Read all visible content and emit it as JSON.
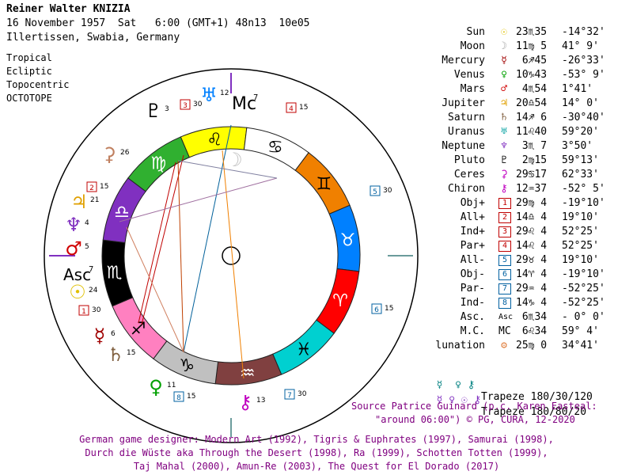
{
  "header": {
    "name": "Reiner Walter KNIZIA",
    "date_line": "16 November 1957  Sat   6:00 (GMT+1) 48n13  10e05",
    "place_line": "Illertissen, Swabia, Germany"
  },
  "system": [
    "Tropical",
    "Ecliptic",
    "Topocentric",
    "OCTOTOPE"
  ],
  "wheel": {
    "angles": {
      "mc": "Mc",
      "mc_deg": "7",
      "asc": "Asc",
      "asc_deg": "7"
    },
    "signs": [
      "♌",
      "♋",
      "♊",
      "♉",
      "♈",
      "♓",
      "♒",
      "♑",
      "♐",
      "♏",
      "♎",
      "♍"
    ],
    "sign_colors": [
      "#ffff00",
      "#ffffff",
      "#f08000",
      "#0080ff",
      "#ff0000",
      "#00d0d0",
      "#804040",
      "#c0c0c0",
      "#ff80c0",
      "#000000",
      "#8030c0",
      "#30b030"
    ],
    "outer_glyphs": [
      {
        "glyph": "♅",
        "deg": "12",
        "color": "#0080ff"
      },
      {
        "glyph": "♇",
        "deg": "3",
        "color": "#000000"
      },
      {
        "glyph": "♃",
        "deg": "21",
        "color": "#e0a000"
      },
      {
        "glyph": "♆",
        "deg": "4",
        "color": "#8030c0"
      },
      {
        "glyph": "♂",
        "deg": "5",
        "color": "#d00000"
      },
      {
        "glyph": "☉",
        "deg": "24",
        "color": "#e0c000"
      },
      {
        "glyph": "☿",
        "deg": "6",
        "color": "#a00000"
      },
      {
        "glyph": "♄",
        "deg": "15",
        "color": "#806040"
      },
      {
        "glyph": "♀",
        "deg": "11",
        "color": "#00a000"
      },
      {
        "glyph": "⚷",
        "deg": "13",
        "color": "#c000c0"
      },
      {
        "glyph": "⚳",
        "deg": "26",
        "color": "#c08060"
      },
      {
        "glyph": "☽",
        "deg": "",
        "color": "#c0c0c0"
      }
    ],
    "box_marks": [
      {
        "num": "3",
        "deg": "30"
      },
      {
        "num": "4",
        "deg": "15"
      },
      {
        "num": "2",
        "deg": "15"
      },
      {
        "num": "1",
        "deg": "30"
      },
      {
        "num": "5",
        "deg": "30"
      },
      {
        "num": "6",
        "deg": "15"
      },
      {
        "num": "7",
        "deg": "30"
      },
      {
        "num": "8",
        "deg": "15"
      }
    ],
    "node_deg": "30"
  },
  "positions": [
    {
      "name": "Sun",
      "glyph": "☉",
      "color": "#e0c000",
      "pos": "23♏35",
      "lat": "-14°32'"
    },
    {
      "name": "Moon",
      "glyph": "☽",
      "color": "#a0a0a0",
      "pos": "11♍ 5",
      "lat": "41° 9'"
    },
    {
      "name": "Mercury",
      "glyph": "☿",
      "color": "#a00000",
      "pos": " 6♐45",
      "lat": "-26°33'"
    },
    {
      "name": "Venus",
      "glyph": "♀",
      "color": "#00a000",
      "pos": "10♑43",
      "lat": "-53° 9'"
    },
    {
      "name": "Mars",
      "glyph": "♂",
      "color": "#d00000",
      "pos": " 4♏54",
      "lat": "1°41'"
    },
    {
      "name": "Jupiter",
      "glyph": "♃",
      "color": "#e0a000",
      "pos": "20♎54",
      "lat": "14° 0'"
    },
    {
      "name": "Saturn",
      "glyph": "♄",
      "color": "#806040",
      "pos": "14♐ 6",
      "lat": "-30°40'"
    },
    {
      "name": "Uranus",
      "glyph": "♅",
      "color": "#00a0a0",
      "pos": "11♌40",
      "lat": "59°20'"
    },
    {
      "name": "Neptune",
      "glyph": "♆",
      "color": "#8030c0",
      "pos": " 3♏ 7",
      "lat": "3°50'"
    },
    {
      "name": "Pluto",
      "glyph": "♇",
      "color": "#000000",
      "pos": " 2♍15",
      "lat": "59°13'"
    },
    {
      "name": "Ceres",
      "glyph": "⚳",
      "color": "#c000c0",
      "pos": "29♋17",
      "lat": "62°33'"
    },
    {
      "name": "Chiron",
      "glyph": "⚷",
      "color": "#c000c0",
      "pos": "12♒37",
      "lat": "-52° 5'"
    },
    {
      "name": "Obj+",
      "glyph": "1",
      "color": "#c00000",
      "pos": "29♍ 4",
      "lat": "-19°10'"
    },
    {
      "name": "All+",
      "glyph": "2",
      "color": "#c00000",
      "pos": "14♎ 4",
      "lat": "19°10'"
    },
    {
      "name": "Ind+",
      "glyph": "3",
      "color": "#c00000",
      "pos": "29♌ 4",
      "lat": "52°25'"
    },
    {
      "name": "Par+",
      "glyph": "4",
      "color": "#c00000",
      "pos": "14♌ 4",
      "lat": "52°25'"
    },
    {
      "name": "All-",
      "glyph": "5",
      "color": "#0060a0",
      "pos": "29♉ 4",
      "lat": "19°10'"
    },
    {
      "name": "Obj-",
      "glyph": "6",
      "color": "#0060a0",
      "pos": "14♈ 4",
      "lat": "-19°10'"
    },
    {
      "name": "Par-",
      "glyph": "7",
      "color": "#0060a0",
      "pos": "29♒ 4",
      "lat": "-52°25'"
    },
    {
      "name": "Ind-",
      "glyph": "8",
      "color": "#0060a0",
      "pos": "14♑ 4",
      "lat": "-52°25'"
    },
    {
      "name": "Asc.",
      "glyph": "Asc",
      "color": "#000000",
      "pos": " 6♏34",
      "lat": "- 0° 0'"
    },
    {
      "name": "M.C.",
      "glyph": "MC",
      "color": "#000000",
      "pos": " 6♌34",
      "lat": "59° 4'"
    },
    {
      "name": "lunation",
      "glyph": "⚙",
      "color": "#e08040",
      "pos": "25♍ 0",
      "lat": "34°41'"
    }
  ],
  "trapezes": [
    {
      "glyphs": "☿  ♀ ⚷",
      "label": "Trapeze 180/30/120"
    },
    {
      "glyphs": "☿ ♀ ☉ ⚷",
      "label": "Trapeze 180/80/20"
    }
  ],
  "source": {
    "line1": "Source Patrice Guinard (p.c. Karen Easteal:",
    "line2": "\"around 06:00\") © PG, CURA, 12-2020"
  },
  "bio": [
    "German game designer: Modern Art (1992), Tigris & Euphrates (1997), Samurai (1998),",
    "Durch die Wüste aka Through the Desert (1998), Ra (1999), Schotten Totten (1999),",
    "Taj Mahal (2000), Amun-Re (2003), The Quest for El Dorado (2017)"
  ]
}
